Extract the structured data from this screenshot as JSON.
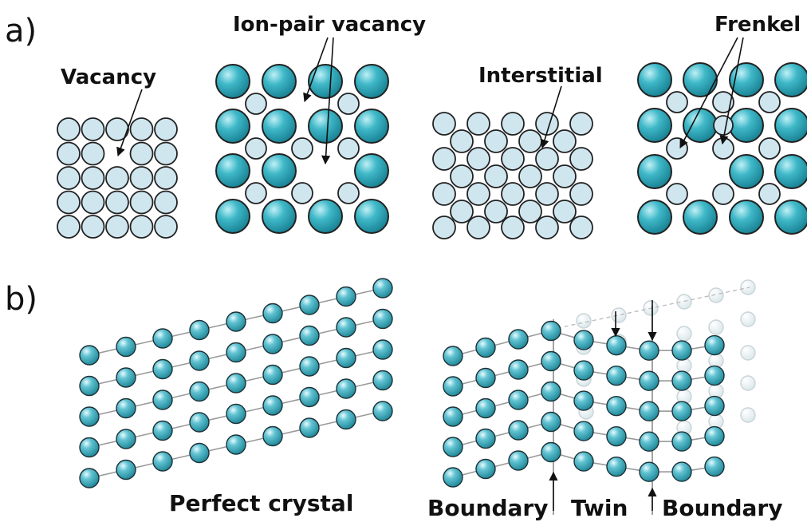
{
  "panel_a": {
    "letter": "a)",
    "vacancy_label": "Vacancy",
    "ion_pair_label": "Ion-pair vacancy",
    "interstitial_label": "Interstitial",
    "frenkel_label": "Frenkel"
  },
  "panel_b": {
    "letter": "b)",
    "perfect_label": "Perfect crystal",
    "boundary_left_label": "Boundary",
    "twin_label": "Twin",
    "boundary_right_label": "Boundary"
  },
  "colors": {
    "small_atom": "#cfe6ef",
    "large_atom": "#2aa6b8",
    "atom_stroke": "#222222",
    "bond": "#9a9a9a"
  }
}
